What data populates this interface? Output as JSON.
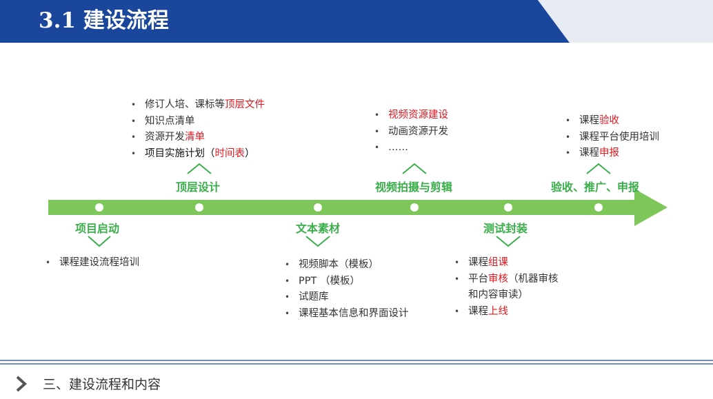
{
  "header": {
    "title": "3.1 建设流程",
    "colors": {
      "primary": "#1a479c",
      "accent": "#e7ebf3"
    }
  },
  "timeline": {
    "color": "#7dc75a",
    "stages": [
      {
        "label": "项目启动",
        "position": "below",
        "items": [
          {
            "parts": [
              {
                "text": "课程建设流程培训",
                "style": "normal"
              }
            ]
          }
        ]
      },
      {
        "label": "顶层设计",
        "position": "above",
        "items": [
          {
            "parts": [
              {
                "text": "修订人培、课标等",
                "style": "normal"
              },
              {
                "text": "顶层文件",
                "style": "red"
              }
            ]
          },
          {
            "parts": [
              {
                "text": "知识点清单",
                "style": "normal"
              }
            ]
          },
          {
            "parts": [
              {
                "text": "资源开发",
                "style": "normal"
              },
              {
                "text": "清单",
                "style": "red"
              }
            ]
          },
          {
            "parts": [
              {
                "text": "项目实施计划（",
                "style": "black"
              },
              {
                "text": "时间表",
                "style": "red"
              },
              {
                "text": "）",
                "style": "black"
              }
            ]
          }
        ]
      },
      {
        "label": "文本素材",
        "position": "below",
        "items": [
          {
            "parts": [
              {
                "text": "视频脚本（模板）",
                "style": "normal"
              }
            ]
          },
          {
            "parts": [
              {
                "text": "PPT （模板）",
                "style": "normal"
              }
            ]
          },
          {
            "parts": [
              {
                "text": "试题库",
                "style": "normal"
              }
            ]
          },
          {
            "parts": [
              {
                "text": "课程基本信息和界面设计",
                "style": "normal"
              }
            ]
          }
        ]
      },
      {
        "label": "视频拍摄与剪辑",
        "position": "above",
        "items": [
          {
            "parts": [
              {
                "text": "视频资源建设",
                "style": "red"
              }
            ],
            "bullet_red": true
          },
          {
            "parts": [
              {
                "text": "动画资源开发",
                "style": "normal"
              }
            ]
          },
          {
            "parts": [
              {
                "text": "……",
                "style": "normal"
              }
            ]
          }
        ]
      },
      {
        "label": "测试封装",
        "position": "below",
        "items": [
          {
            "parts": [
              {
                "text": "课程",
                "style": "normal"
              },
              {
                "text": "组课",
                "style": "red"
              }
            ]
          },
          {
            "parts": [
              {
                "text": "平台",
                "style": "normal"
              },
              {
                "text": "审核",
                "style": "red"
              },
              {
                "text": "（机器审核",
                "style": "normal"
              }
            ]
          },
          {
            "parts": [
              {
                "text": "和内容审读）",
                "style": "normal"
              }
            ],
            "no_bullet": true
          },
          {
            "parts": [
              {
                "text": "课程",
                "style": "normal"
              },
              {
                "text": "上线",
                "style": "red"
              }
            ]
          }
        ]
      },
      {
        "label": "验收、推广、申报",
        "position": "above",
        "items": [
          {
            "parts": [
              {
                "text": "课程",
                "style": "normal"
              },
              {
                "text": "验收",
                "style": "red"
              }
            ]
          },
          {
            "parts": [
              {
                "text": "课程平台使用培训",
                "style": "normal"
              }
            ]
          },
          {
            "parts": [
              {
                "text": "课程",
                "style": "normal"
              },
              {
                "text": "申报",
                "style": "red"
              }
            ]
          }
        ]
      }
    ]
  },
  "footer": {
    "text": "三、建设流程和内容",
    "icon": "chevron-right-icon"
  }
}
